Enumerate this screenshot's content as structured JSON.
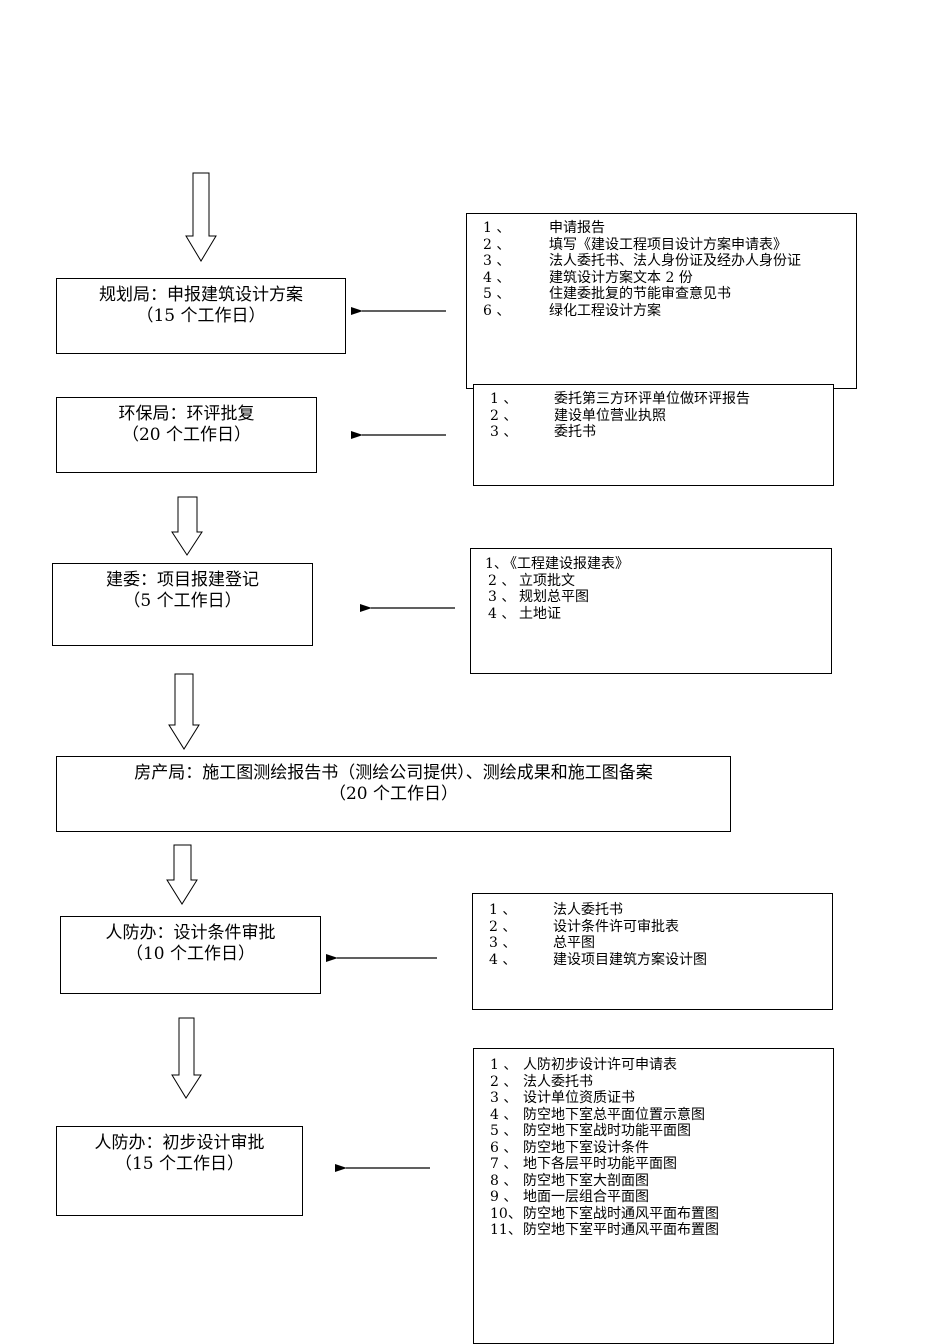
{
  "stages": [
    {
      "line1": "规划局：申报建筑设计方案",
      "line2": "（15 个工作日）"
    },
    {
      "line1": "环保局：环评批复",
      "line2": "（20 个工作日）"
    },
    {
      "line1": "建委：项目报建登记",
      "line2": "（5 个工作日）"
    },
    {
      "line1": "房产局：施工图测绘报告书（测绘公司提供）、测绘成果和施工图备案",
      "line2": "（20 个工作日）"
    },
    {
      "line1": "人防办：设计条件审批",
      "line2": "（10 个工作日）"
    },
    {
      "line1": "人防办：初步设计审批",
      "line2": "（15 个工作日）"
    }
  ],
  "requirements": [
    {
      "items": [
        {
          "num": "1 、",
          "text": "申请报告"
        },
        {
          "num": "2 、",
          "text": "填写《建设工程项目设计方案申请表》"
        },
        {
          "num": "3 、",
          "text": "法人委托书、法人身份证及经办人身份证"
        },
        {
          "num": "4 、",
          "text": "建筑设计方案文本 2 份"
        },
        {
          "num": "5 、",
          "text": "住建委批复的节能审查意见书"
        },
        {
          "num": "6 、",
          "text": "绿化工程设计方案"
        }
      ]
    },
    {
      "items": [
        {
          "num": "1 、",
          "text": "委托第三方环评单位做环评报告"
        },
        {
          "num": "2 、",
          "text": "建设单位营业执照"
        },
        {
          "num": "3 、",
          "text": "委托书"
        }
      ]
    },
    {
      "items": [
        {
          "num": "1、",
          "text": "《工程建设报建表》"
        },
        {
          "num": "2 、",
          "text": "立项批文"
        },
        {
          "num": "3 、",
          "text": "规划总平图"
        },
        {
          "num": "4 、",
          "text": "土地证"
        }
      ]
    },
    {
      "items": [
        {
          "num": "1 、",
          "text": "法人委托书"
        },
        {
          "num": "2 、",
          "text": "设计条件许可审批表"
        },
        {
          "num": "3 、",
          "text": "总平图"
        },
        {
          "num": "4 、",
          "text": "建设项目建筑方案设计图"
        }
      ]
    },
    {
      "items": [
        {
          "num": "1 、",
          "text": "人防初步设计许可申请表"
        },
        {
          "num": "2 、",
          "text": "法人委托书"
        },
        {
          "num": "3 、",
          "text": "设计单位资质证书"
        },
        {
          "num": "4 、",
          "text": "防空地下室总平面位置示意图"
        },
        {
          "num": "5 、",
          "text": "防空地下室战时功能平面图"
        },
        {
          "num": "6 、",
          "text": "防空地下室设计条件"
        },
        {
          "num": "7 、",
          "text": "地下各层平时功能平面图"
        },
        {
          "num": "8 、",
          "text": "防空地下室大剖面图"
        },
        {
          "num": "9 、",
          "text": "地面一层组合平面图"
        },
        {
          "num": "10、",
          "text": "防空地下室战时通风平面布置图"
        },
        {
          "num": "11、",
          "text": "防空地下室平时通风平面布置图"
        }
      ]
    }
  ]
}
